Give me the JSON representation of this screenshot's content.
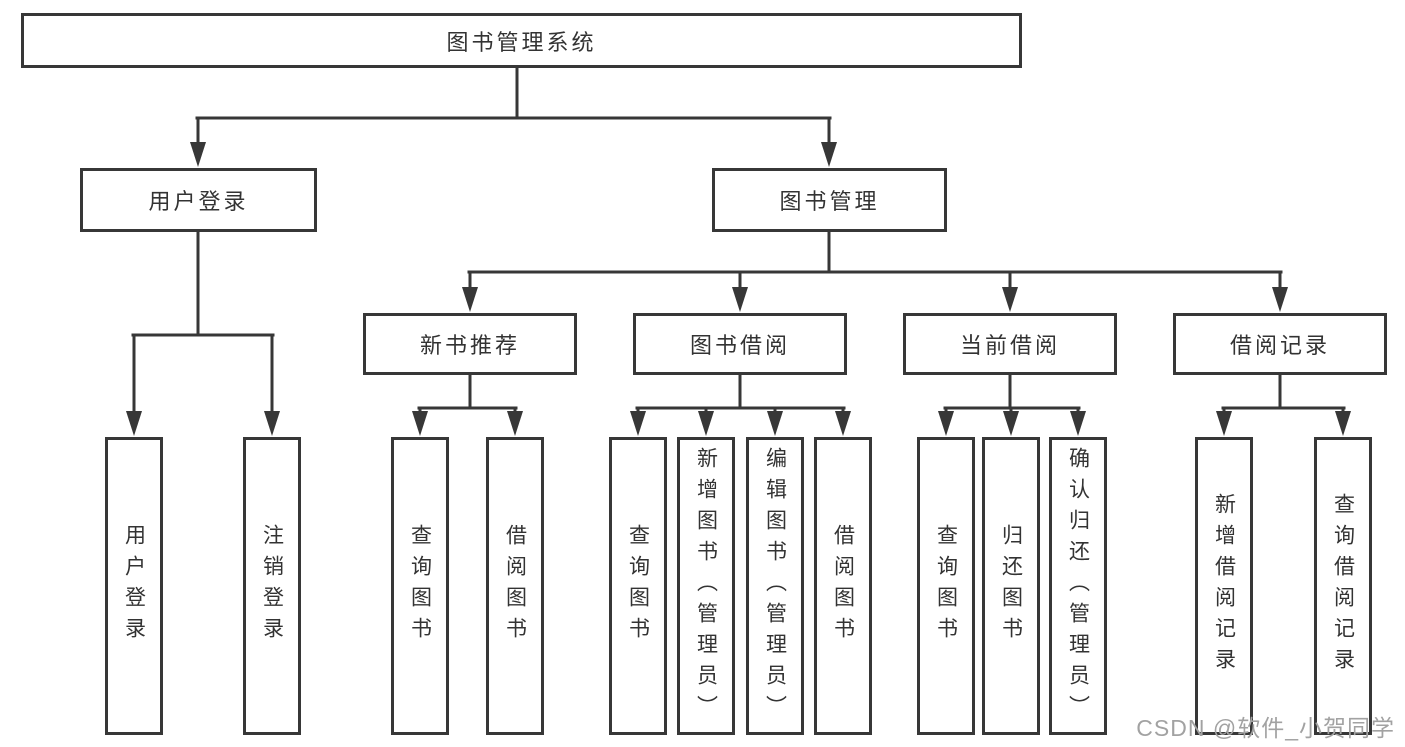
{
  "diagram": {
    "type": "hierarchy-tree",
    "colors": {
      "line": "#373737",
      "box_border": "#373737",
      "box_fill": "#ffffff",
      "text": "#333333",
      "watermark": "#a2a2a2",
      "background": "#ffffff"
    },
    "tree": {
      "root": {
        "label": "图书管理系统"
      },
      "children": [
        {
          "label": "用户登录",
          "children": [
            {
              "label": "用户登录"
            },
            {
              "label": "注销登录"
            }
          ]
        },
        {
          "label": "图书管理",
          "children": [
            {
              "label": "新书推荐",
              "children": [
                {
                  "label": "查询图书"
                },
                {
                  "label": "借阅图书"
                }
              ]
            },
            {
              "label": "图书借阅",
              "children": [
                {
                  "label": "查询图书"
                },
                {
                  "label": "新增图书（管理员）"
                },
                {
                  "label": "编辑图书（管理员）"
                },
                {
                  "label": "借阅图书"
                }
              ]
            },
            {
              "label": "当前借阅",
              "children": [
                {
                  "label": "查询图书"
                },
                {
                  "label": "归还图书"
                },
                {
                  "label": "确认归还（管理员）"
                }
              ]
            },
            {
              "label": "借阅记录",
              "children": [
                {
                  "label": "新增借阅记录"
                },
                {
                  "label": "查询借阅记录"
                }
              ]
            }
          ]
        }
      ]
    }
  },
  "watermark": {
    "text": "CSDN @软件_小贺同学"
  }
}
